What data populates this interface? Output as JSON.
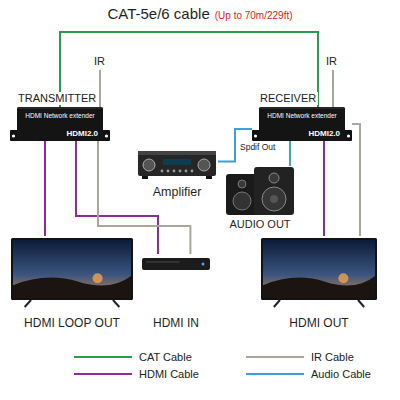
{
  "diagram": {
    "nodes": [
      {
        "text": [
          "TRANSMITTER",
          "HDMI Network extender",
          "HDMI2.0"
        ]
      },
      {
        "text": [
          "RECEIVER",
          "HDMI Network extender",
          "HDMI2.0"
        ]
      },
      {
        "text": [
          "Amplifier"
        ]
      },
      {
        "text": [
          "AUDIO OUT"
        ]
      },
      {
        "text": [
          "HDMI LOOP OUT"
        ]
      },
      {
        "text": [
          "HDMI IN"
        ]
      },
      {
        "text": [
          "HDMI OUT"
        ]
      }
    ],
    "edges": [
      {
        "from": 0,
        "to": 1,
        "arrow": "none"
      },
      {
        "from": 0,
        "to": 4,
        "arrow": "none"
      },
      {
        "from": 5,
        "to": 0,
        "arrow": "none"
      },
      {
        "from": 0,
        "to": 5,
        "arrow": "none"
      },
      {
        "from": 1,
        "to": 2,
        "label": "Spdif Out",
        "arrow": "none"
      },
      {
        "from": 1,
        "to": 3,
        "arrow": "none"
      },
      {
        "from": 1,
        "to": 6,
        "arrow": "none"
      },
      {
        "from": 1,
        "to": 6,
        "arrow": "none"
      }
    ],
    "labels": [
      "CAT-5e/6 cable",
      "(Up to 70m/229ft)",
      "IR",
      "IR"
    ],
    "legend": [
      {
        "text": "CAT Cable",
        "color": "#2a9d4b"
      },
      {
        "text": "IR Cable",
        "color": "#aaa69c"
      },
      {
        "text": "HDMI Cable",
        "color": "#8e2a9c"
      },
      {
        "text": "Audio Cable",
        "color": "#3f9fd6"
      }
    ]
  }
}
